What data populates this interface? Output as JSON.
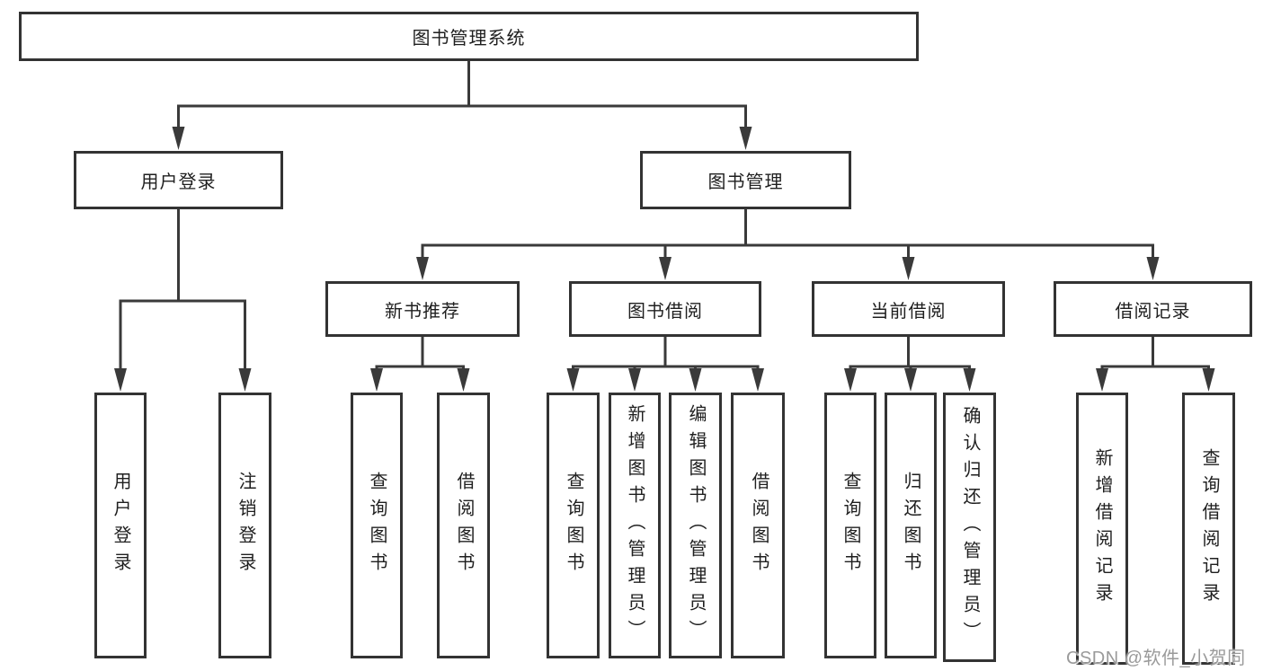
{
  "diagram": {
    "root": {
      "label": "图书管理系统",
      "children": [
        {
          "label": "用户登录",
          "children": [
            {
              "label": "用户登录"
            },
            {
              "label": "注销登录"
            }
          ]
        },
        {
          "label": "图书管理",
          "children": [
            {
              "label": "新书推荐",
              "children": [
                {
                  "label": "查询图书"
                },
                {
                  "label": "借阅图书"
                }
              ]
            },
            {
              "label": "图书借阅",
              "children": [
                {
                  "label": "查询图书"
                },
                {
                  "label": "新增图书（管理员）"
                },
                {
                  "label": "编辑图书（管理员）"
                },
                {
                  "label": "借阅图书"
                }
              ]
            },
            {
              "label": "当前借阅",
              "children": [
                {
                  "label": "查询图书"
                },
                {
                  "label": "归还图书"
                },
                {
                  "label": "确认归还（管理员）"
                }
              ]
            },
            {
              "label": "借阅记录",
              "children": [
                {
                  "label": "新增借阅记录"
                },
                {
                  "label": "查询借阅记录"
                }
              ]
            }
          ]
        }
      ]
    }
  },
  "watermark": {
    "text": "CSDN @软件_小贺同学"
  },
  "colors": {
    "line": "#3a3a3a",
    "box_border": "#333333",
    "box_background": "#ffffff",
    "text": "#1f1f1f",
    "watermark": "#9a9a9a",
    "page_background": "#ffffff"
  }
}
